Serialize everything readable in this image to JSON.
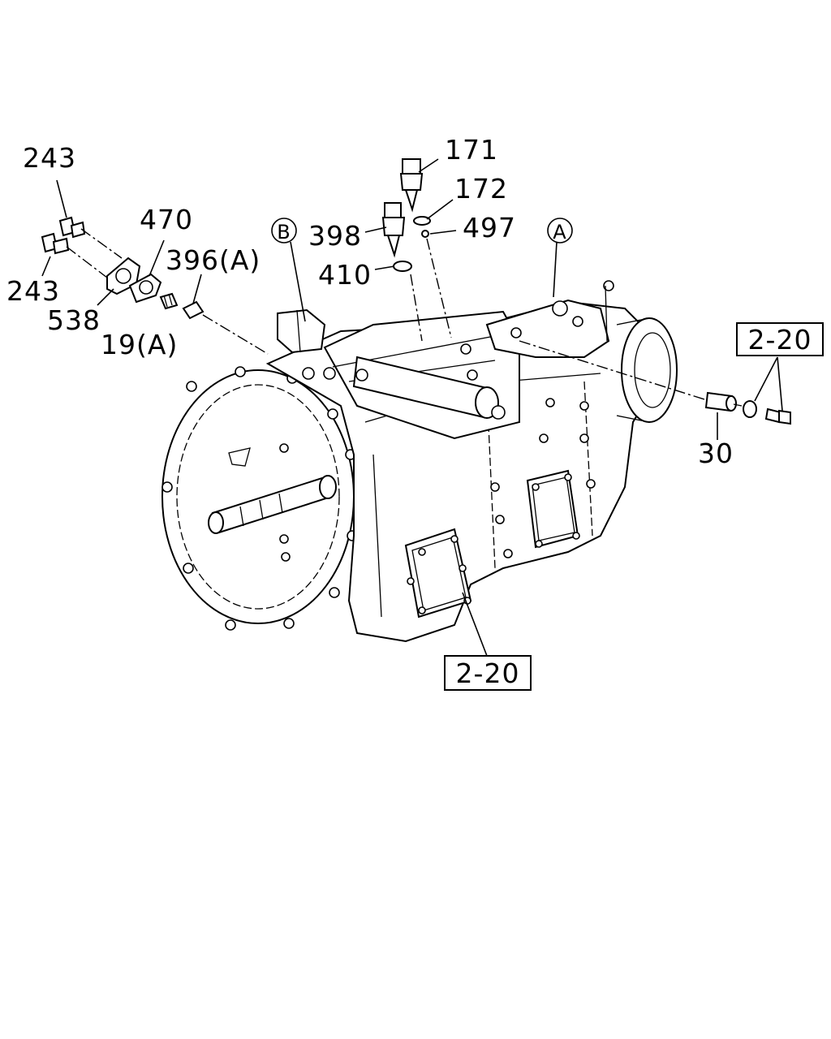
{
  "callouts": {
    "p243_top": "243",
    "p243_bottom": "243",
    "p538": "538",
    "p470": "470",
    "p396a": "396(A)",
    "p19a": "19(A)",
    "p171": "171",
    "p172": "172",
    "p398": "398",
    "p497": "497",
    "p410": "410",
    "p30": "30",
    "ref_b": "B",
    "ref_a": "A",
    "ref_box_right": "2-20",
    "ref_box_bottom": "2-20"
  }
}
